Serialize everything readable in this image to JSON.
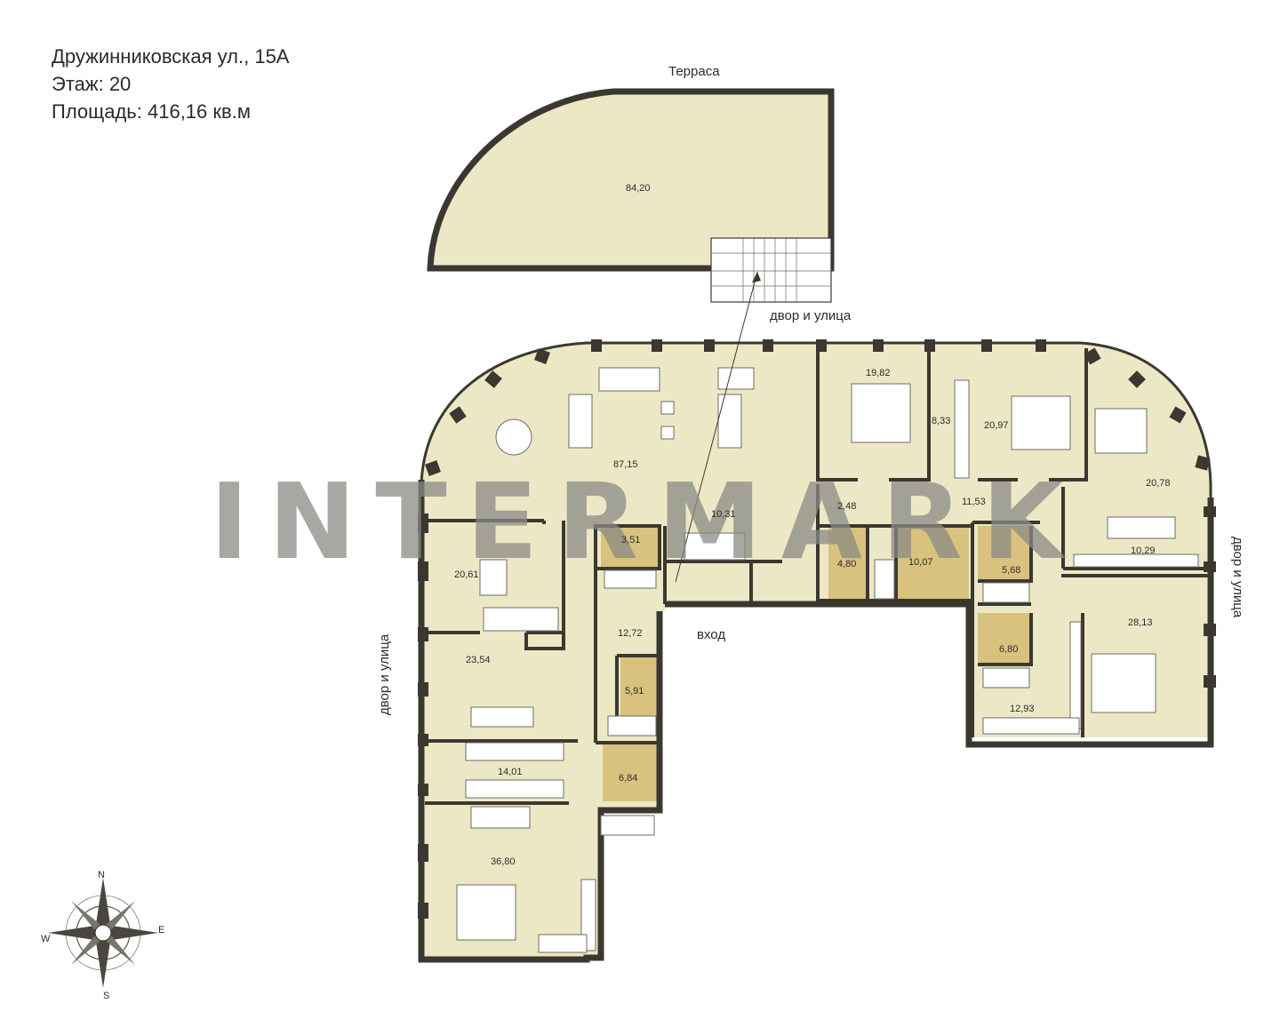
{
  "header": {
    "address": "Дружинниковская ул., 15А",
    "floor": "Этаж: 20",
    "area": "Площадь: 416,16 кв.м"
  },
  "labels": {
    "terrace": "Терраса",
    "yard_top": "двор и улица",
    "yard_left": "двор и улица",
    "yard_right": "двор и улица",
    "entrance": "вход"
  },
  "watermark": "INTERMARK",
  "compass": {
    "n": "N",
    "s": "S",
    "e": "E",
    "w": "W"
  },
  "rooms": {
    "terrace": "84,20",
    "living": "87,15",
    "r10_31": "10,31",
    "r19_82": "19,82",
    "r8_33": "8,33",
    "r20_97": "20,97",
    "r20_78": "20,78",
    "r2_48": "2,48",
    "r11_53": "11,53",
    "r10_29": "10,29",
    "r3_51": "3,51",
    "r20_61": "20,61",
    "r4_80": "4,80",
    "r10_07": "10,07",
    "r5_68": "5,68",
    "r28_13": "28,13",
    "r12_72": "12,72",
    "r6_80": "6,80",
    "r23_54": "23,54",
    "r5_91": "5,91",
    "r12_93": "12,93",
    "r14_01": "14,01",
    "r6_84": "6,84",
    "r36_80": "36,80"
  },
  "colors": {
    "floor": "#ece8c6",
    "bath": "#d9c27e",
    "wall": "#3b3831",
    "watermark": "#8a8a86"
  }
}
